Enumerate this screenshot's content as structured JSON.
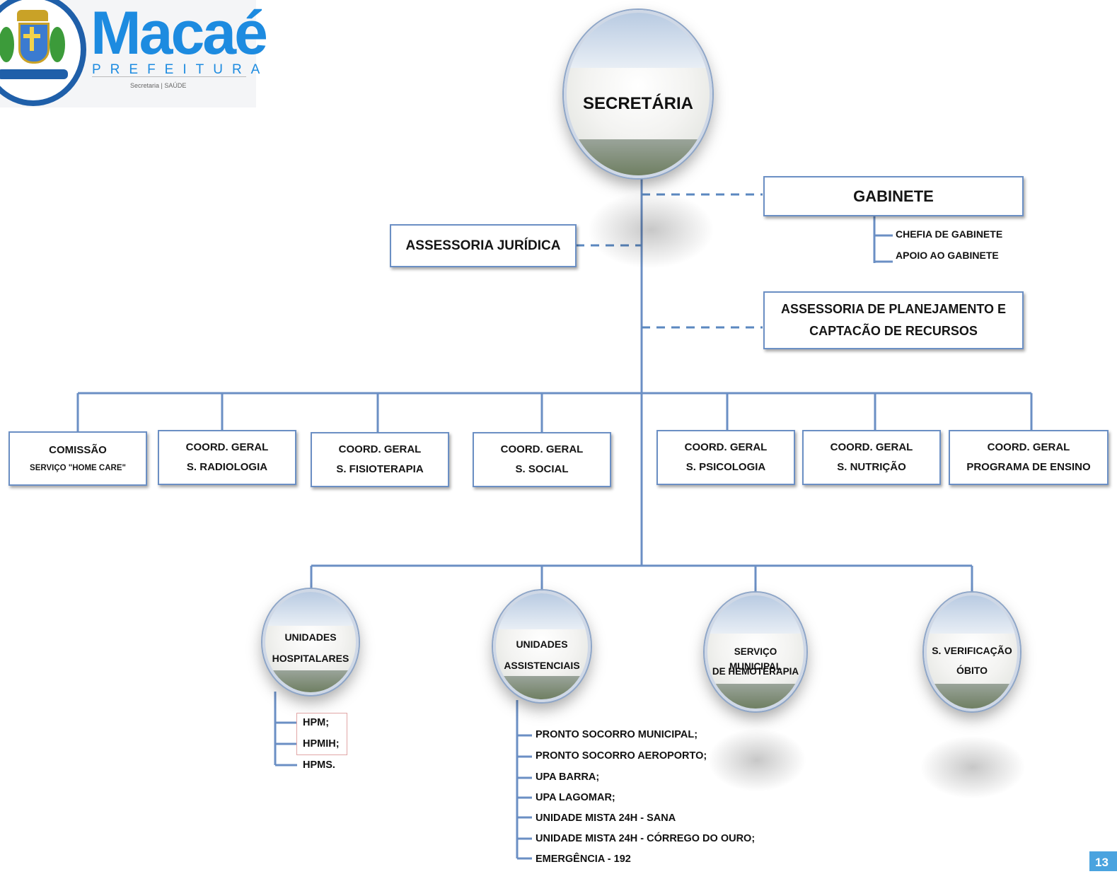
{
  "logo": {
    "word": "Macaé",
    "subtitle": "PREFEITURA",
    "small": "Secretaria | SAÚDE"
  },
  "top": {
    "label": "SECRETÁRIA"
  },
  "gabinete": {
    "title": "GABINETE",
    "children": [
      "CHEFIA DE GABINETE",
      "APOIO AO GABINETE"
    ]
  },
  "assessoria_juridica": {
    "title": "ASSESSORIA JURÍDICA"
  },
  "assessoria_planejamento": {
    "line1": "ASSESSORIA DE PLANEJAMENTO  E",
    "line2": "CAPTACÃO DE RECURSOS"
  },
  "coords": [
    {
      "line1": "COMISSÃO",
      "line2": "SERVIÇO \"HOME CARE\""
    },
    {
      "line1": "COORD. GERAL",
      "line2": "S. RADIOLOGIA"
    },
    {
      "line1": "COORD. GERAL",
      "line2": "S. FISIOTERAPIA"
    },
    {
      "line1": "COORD. GERAL",
      "line2": "S. SOCIAL"
    },
    {
      "line1": "COORD. GERAL",
      "line2": "S. PSICOLOGIA"
    },
    {
      "line1": "COORD. GERAL",
      "line2": "S. NUTRIÇÃO"
    },
    {
      "line1": "COORD. GERAL",
      "line2": "PROGRAMA DE ENSINO"
    }
  ],
  "units": [
    {
      "line1": "UNIDADES",
      "line2": "HOSPITALARES"
    },
    {
      "line1": "UNIDADES",
      "line2": "ASSISTENCIAIS"
    },
    {
      "line1": "SERVIÇO MUNICIPAL",
      "line2": "DE HEMOTERAPIA"
    },
    {
      "line1": "S. VERIFICAÇÃO",
      "line2": "ÓBITO"
    }
  ],
  "hospitalares": [
    "HPM;",
    "HPMIH;",
    "HPMS."
  ],
  "assistenciais": [
    "PRONTO SOCORRO MUNICIPAL;",
    "PRONTO SOCORRO AEROPORTO;",
    "UPA BARRA;",
    "UPA LAGOMAR;",
    "UNIDADE MISTA 24H - SANA",
    "UNIDADE MISTA 24H  - CÓRREGO DO OURO;",
    "EMERGÊNCIA - 192"
  ],
  "page_number": "13",
  "colors": {
    "line": "#6b8fc4",
    "dashed": "#5b88c0",
    "brand": "#1d8be0",
    "page_badge": "#4aa3df"
  }
}
